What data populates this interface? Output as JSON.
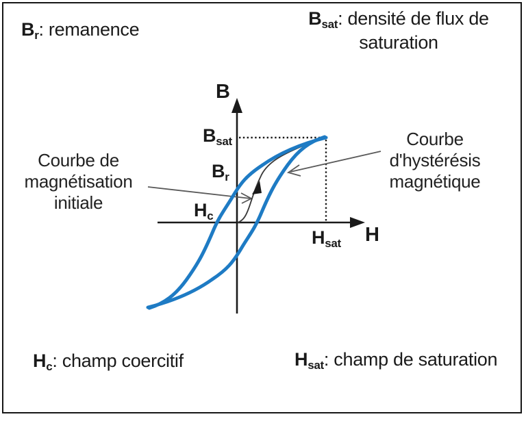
{
  "figure": {
    "type": "magnetic-hysteresis-diagram",
    "colors": {
      "loop_blue": "#1e7bc4",
      "axis_black": "#1a1a1a",
      "annotation_gray": "#595959",
      "initial_curve": "#3a3a3a",
      "border": "#161616",
      "background": "#ffffff"
    }
  },
  "legend": {
    "top_left": {
      "symbol": "B",
      "subscript": "r",
      "description": ": remanence"
    },
    "top_right": {
      "symbol": "B",
      "subscript": "sat",
      "description_line1": ": densité de flux de",
      "description_line2": "saturation"
    },
    "bottom_left": {
      "symbol": "H",
      "subscript": "c",
      "description": ": champ coercitif"
    },
    "bottom_right": {
      "symbol": "H",
      "subscript": "sat",
      "description": ": champ de saturation"
    }
  },
  "diagram": {
    "axis_labels": {
      "vertical": "B",
      "horizontal": "H"
    },
    "point_labels": {
      "b_sat": {
        "symbol": "B",
        "subscript": "sat"
      },
      "b_r": {
        "symbol": "B",
        "subscript": "r"
      },
      "h_c": {
        "symbol": "H",
        "subscript": "c"
      },
      "h_sat": {
        "symbol": "H",
        "subscript": "sat"
      }
    },
    "annotations": {
      "initial_curve": {
        "line1": "Courbe de",
        "line2": "magnétisation",
        "line3": "initiale"
      },
      "hysteresis_curve": {
        "line1": "Courbe",
        "line2": "d'hystérésis",
        "line3": "magnétique"
      }
    }
  }
}
